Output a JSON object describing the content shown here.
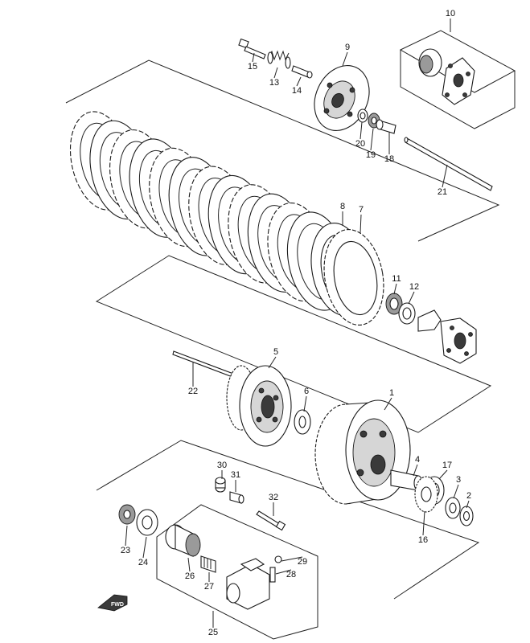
{
  "diagram": {
    "callouts": [
      {
        "id": "1",
        "label": "1"
      },
      {
        "id": "2",
        "label": "2"
      },
      {
        "id": "3",
        "label": "3"
      },
      {
        "id": "4",
        "label": "4"
      },
      {
        "id": "5",
        "label": "5"
      },
      {
        "id": "6",
        "label": "6"
      },
      {
        "id": "7",
        "label": "7"
      },
      {
        "id": "8",
        "label": "8"
      },
      {
        "id": "9",
        "label": "9"
      },
      {
        "id": "10",
        "label": "10"
      },
      {
        "id": "11",
        "label": "11"
      },
      {
        "id": "12",
        "label": "12"
      },
      {
        "id": "13",
        "label": "13"
      },
      {
        "id": "14",
        "label": "14"
      },
      {
        "id": "15",
        "label": "15"
      },
      {
        "id": "16",
        "label": "16"
      },
      {
        "id": "17",
        "label": "17"
      },
      {
        "id": "18",
        "label": "18"
      },
      {
        "id": "19",
        "label": "19"
      },
      {
        "id": "20",
        "label": "20"
      },
      {
        "id": "21",
        "label": "21"
      },
      {
        "id": "22",
        "label": "22"
      },
      {
        "id": "23",
        "label": "23"
      },
      {
        "id": "24",
        "label": "24"
      },
      {
        "id": "25",
        "label": "25"
      },
      {
        "id": "26",
        "label": "26"
      },
      {
        "id": "27",
        "label": "27"
      },
      {
        "id": "28",
        "label": "28"
      },
      {
        "id": "29",
        "label": "29"
      },
      {
        "id": "30",
        "label": "30"
      },
      {
        "id": "31",
        "label": "31"
      },
      {
        "id": "32",
        "label": "32"
      }
    ],
    "direction_marker": "FWD"
  }
}
